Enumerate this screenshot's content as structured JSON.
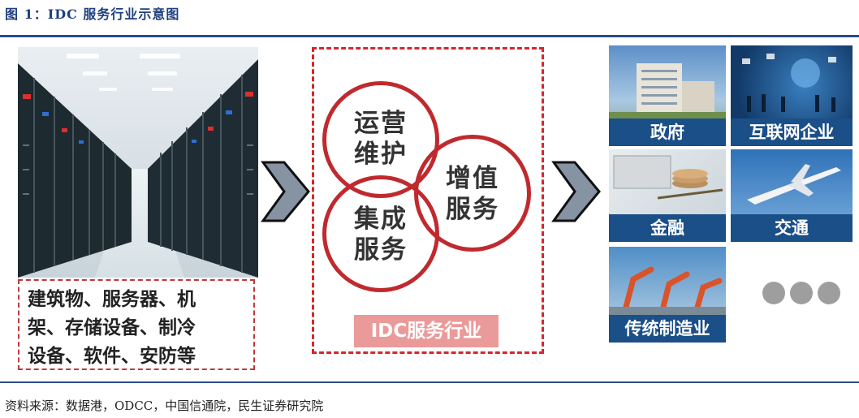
{
  "figure": {
    "title": "图 1：IDC 服务行业示意图",
    "source": "资料来源：数据港，ODCC，中国信通院，民生证券研究院"
  },
  "left_panel": {
    "elements_text_lines": [
      "建筑物、服务器、机",
      "架、存储设备、制冷",
      "设备、软件、安防等"
    ]
  },
  "center": {
    "circles": [
      {
        "line1": "运营",
        "line2": "维护"
      },
      {
        "line1": "增值",
        "line2": "服务"
      },
      {
        "line1": "集成",
        "line2": "服务"
      }
    ],
    "label": "IDC服务行业"
  },
  "right": {
    "tiles": [
      {
        "label": "政府",
        "icon": "government-building-icon"
      },
      {
        "label": "互联网企业",
        "icon": "network-people-icon"
      },
      {
        "label": "金融",
        "icon": "finance-icon"
      },
      {
        "label": "交通",
        "icon": "airplane-icon"
      },
      {
        "label": "传统制造业",
        "icon": "robot-arm-icon"
      }
    ],
    "more_dots_count": 3
  },
  "colors": {
    "accent_red": "#c02a2e",
    "navy": "#1b4f88",
    "rule_blue": "#2a4b8d",
    "arrow_gray": "#8a9aaa"
  }
}
